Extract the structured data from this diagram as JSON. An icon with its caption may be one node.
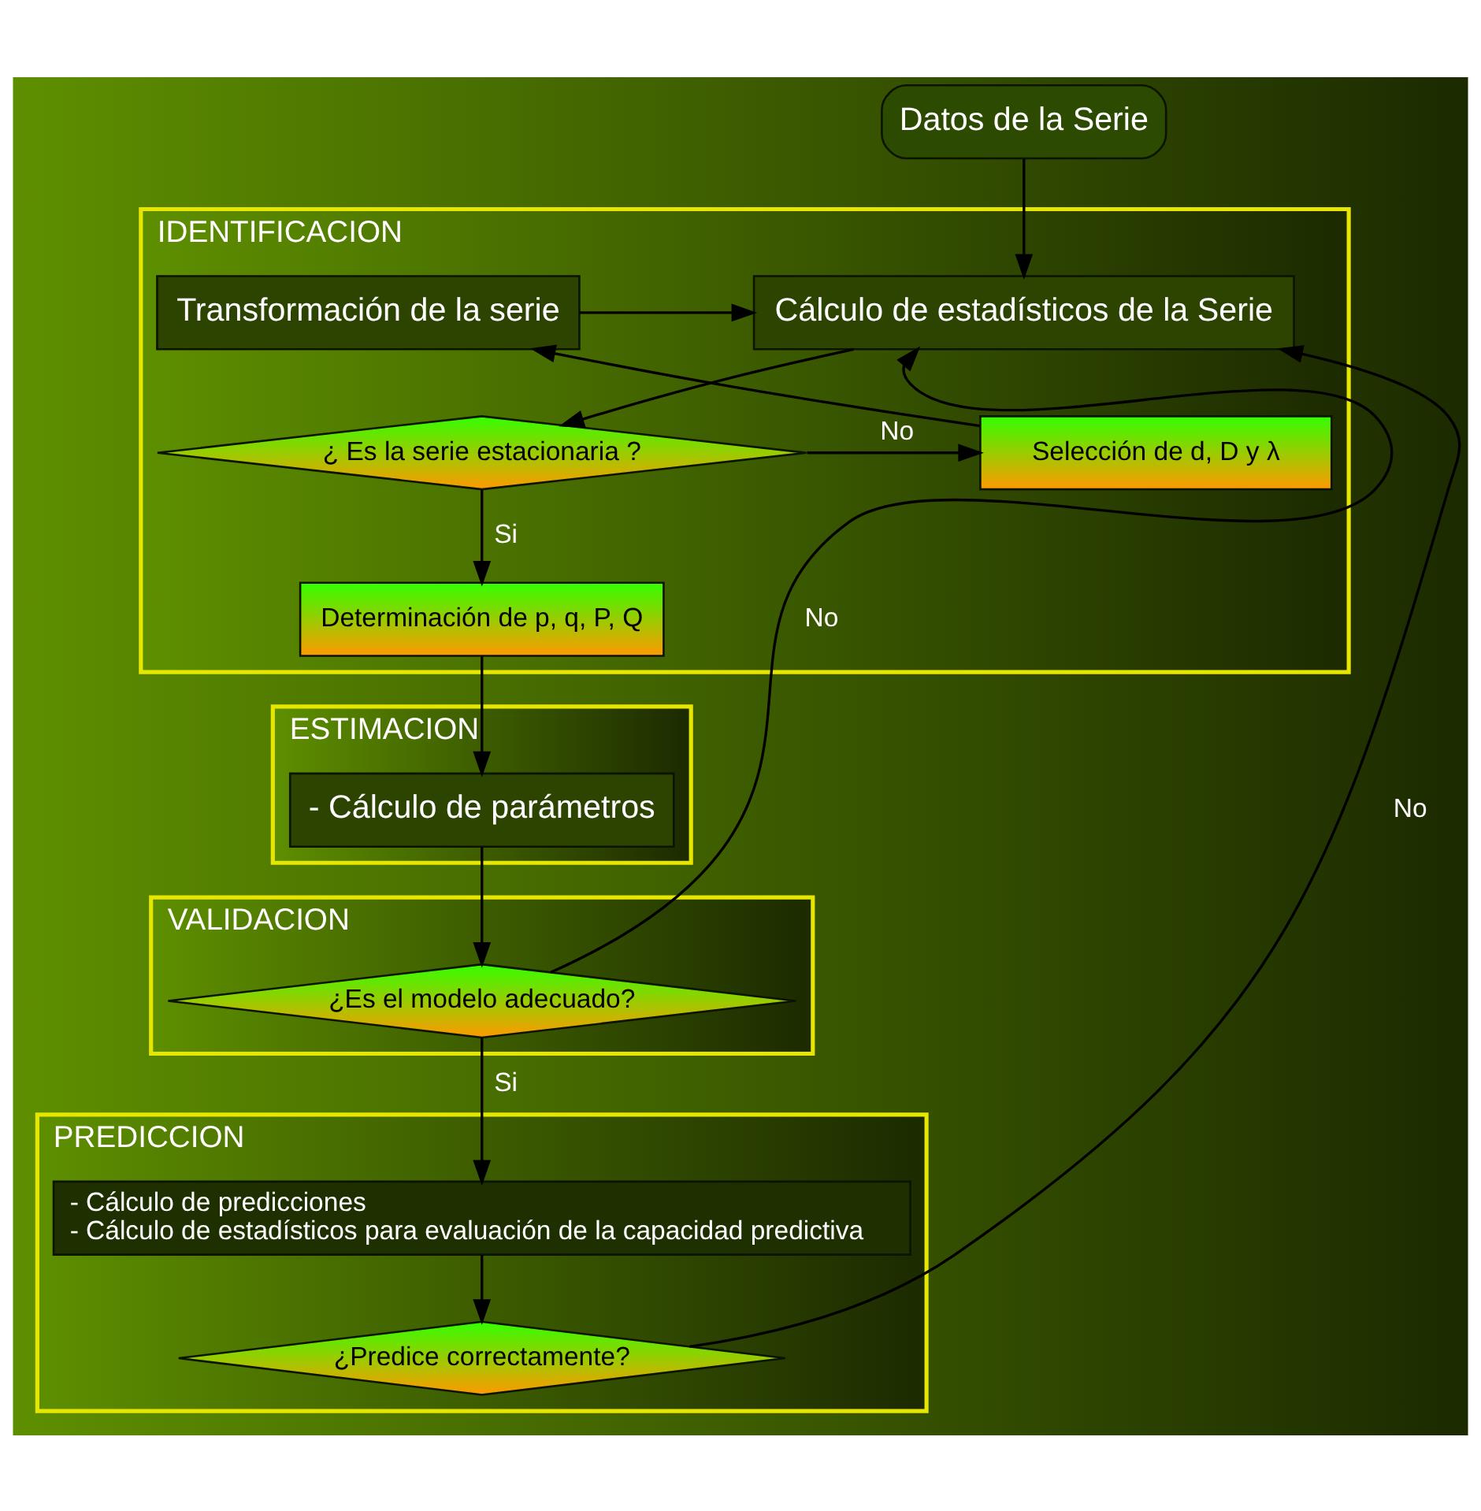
{
  "diagram": {
    "nodes": [
      {
        "text": [
          "Datos de la Serie"
        ]
      },
      {
        "text": [
          "IDENTIFICACION"
        ]
      },
      {
        "text": [
          "Cálculo de estadísticos de la Serie"
        ],
        "in": 1
      },
      {
        "text": [
          "Transformación de la serie"
        ],
        "in": 1
      },
      {
        "text": [
          "¿ Es la serie estacionaria ?"
        ],
        "in": 1
      },
      {
        "text": [
          "Selección de d, D y λ"
        ],
        "in": 1
      },
      {
        "text": [
          "Determinación de p, q, P, Q"
        ],
        "in": 1
      },
      {
        "text": [
          "ESTIMACION"
        ]
      },
      {
        "text": [
          "- Cálculo de parámetros"
        ],
        "in": 7
      },
      {
        "text": [
          "VALIDACION"
        ]
      },
      {
        "text": [
          "¿Es el modelo adecuado?"
        ],
        "in": 9
      },
      {
        "text": [
          "PREDICCION"
        ]
      },
      {
        "text": [
          "- Cálculo de predicciones",
          "- Cálculo de estadísticos para evaluación de la capacidad predictiva"
        ],
        "in": 11
      },
      {
        "text": [
          "¿Predice correctamente?"
        ],
        "in": 11
      }
    ],
    "edges": [
      {
        "from": 0,
        "to": 2,
        "arrow": "to"
      },
      {
        "from": 2,
        "to": 4,
        "arrow": "to"
      },
      {
        "from": 4,
        "to": 5,
        "arrow": "to",
        "label": "No"
      },
      {
        "from": 5,
        "to": 3,
        "arrow": "to"
      },
      {
        "from": 3,
        "to": 2,
        "arrow": "to"
      },
      {
        "from": 4,
        "to": 6,
        "arrow": "to",
        "label": "Si"
      },
      {
        "from": 6,
        "to": 8,
        "arrow": "to"
      },
      {
        "from": 8,
        "to": 10,
        "arrow": "to"
      },
      {
        "from": 10,
        "to": 12,
        "arrow": "to",
        "label": "Si"
      },
      {
        "from": 10,
        "to": 2,
        "arrow": "to",
        "label": "No"
      },
      {
        "from": 12,
        "to": 13,
        "arrow": "to"
      },
      {
        "from": 13,
        "to": 2,
        "arrow": "to",
        "label": "No"
      }
    ]
  }
}
